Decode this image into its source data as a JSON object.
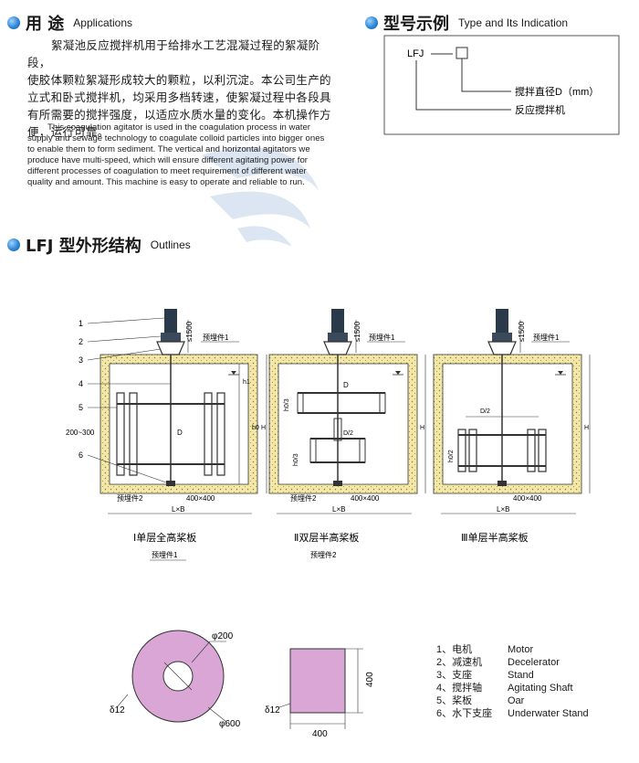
{
  "applications": {
    "heading_cn": "用 途",
    "heading_en": "Applications",
    "body_cn": [
      "絮凝池反应搅拌机用于给排水工艺混凝过程的絮凝阶段，",
      "使胶体颗粒絮凝形成较大的颗粒，以利沉淀。本公司生产的",
      "立式和卧式搅拌机，均采用多档转速，使絮凝过程中各段具",
      "有所需要的搅拌强度，以适应水质水量的变化。本机操作方",
      "便，运行可靠。"
    ],
    "body_en": [
      "This coagulation agitator is used in the coagulation process in water",
      "supply and sewage technology to coagulate colloid particles into bigger ones",
      "to enable them to form sediment. The vertical and horizontal agitators we",
      "produce have multi-speed, which will ensure different agitating power for",
      "different processes of coagulation to meet requirement of different water",
      "quality and amount. This machine is easy to operate and reliable to run."
    ]
  },
  "type_indication": {
    "heading_cn": "型号示例",
    "heading_en": "Type and Its Indication",
    "model_code": "LFJ",
    "label_diameter": "搅拌直径D（mm）",
    "label_agitator": "反应搅拌机"
  },
  "outlines": {
    "heading_cn": "LFJ 型外形结构",
    "heading_en": "Outlines",
    "part_numbers": [
      "1",
      "2",
      "3",
      "4",
      "5",
      "6"
    ],
    "dim_le1500": "≤1500",
    "embedded_1": "预埋件1",
    "embedded_2": "预埋件2",
    "dim_200_300": "200~300",
    "dim_D": "D",
    "dim_D2": "D/2",
    "dim_H": "H",
    "dim_h0": "h0",
    "dim_h1": "h1",
    "dim_h0_3": "h0/3",
    "dim_h0_2": "h0/2",
    "dim_400x400": "400×400",
    "dim_LxB": "L×B",
    "caption_1": "Ⅰ单层全高桨板",
    "caption_2": "Ⅱ双层半高桨板",
    "caption_3": "Ⅲ单层半高桨板",
    "caption_1_sub": "预埋件1",
    "caption_2_sub": "预埋件2"
  },
  "parts_detail": {
    "phi200": "φ200",
    "phi600": "φ600",
    "delta12_a": "δ12",
    "delta12_b": "δ12",
    "dim400_h": "400",
    "dim400_w": "400"
  },
  "legend": [
    {
      "num": "1、电机",
      "en": "Motor"
    },
    {
      "num": "2、减速机",
      "en": "Decelerator"
    },
    {
      "num": "3、支座",
      "en": "Stand"
    },
    {
      "num": "4、搅拌轴",
      "en": "Agitating Shaft"
    },
    {
      "num": "5、桨板",
      "en": "Oar"
    },
    {
      "num": "6、水下支座",
      "en": "Underwater Stand"
    }
  ],
  "colors": {
    "accent_blue": "#2f86d6",
    "plate_fill": "#d9a6d6",
    "concrete_fill": "#f2e7a6",
    "watermark": "#dbe6f2"
  }
}
